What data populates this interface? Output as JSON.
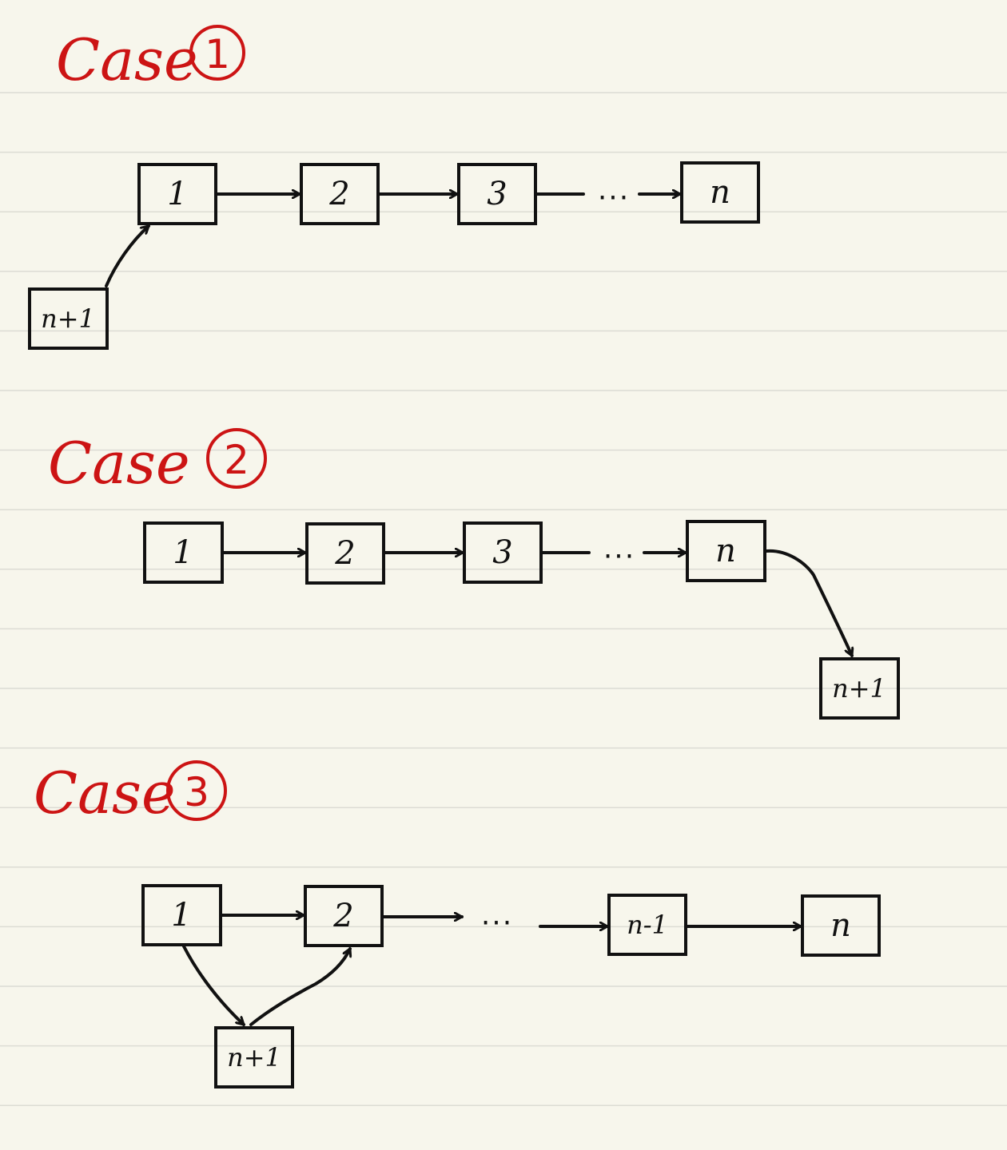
{
  "ellipsis": "...",
  "colors": {
    "paper": "#f7f6ec",
    "rule": "#dcdcd4",
    "ink": "#111111",
    "label_red": "#cc1414"
  },
  "cases": [
    {
      "label": "Case",
      "number": "1",
      "nodes": [
        "1",
        "2",
        "3",
        "n",
        "n+1"
      ]
    },
    {
      "label": "Case",
      "number": "2",
      "nodes": [
        "1",
        "2",
        "3",
        "n",
        "n+1"
      ]
    },
    {
      "label": "Case",
      "number": "3",
      "nodes": [
        "1",
        "2",
        "n-1",
        "n",
        "n+1"
      ]
    }
  ]
}
